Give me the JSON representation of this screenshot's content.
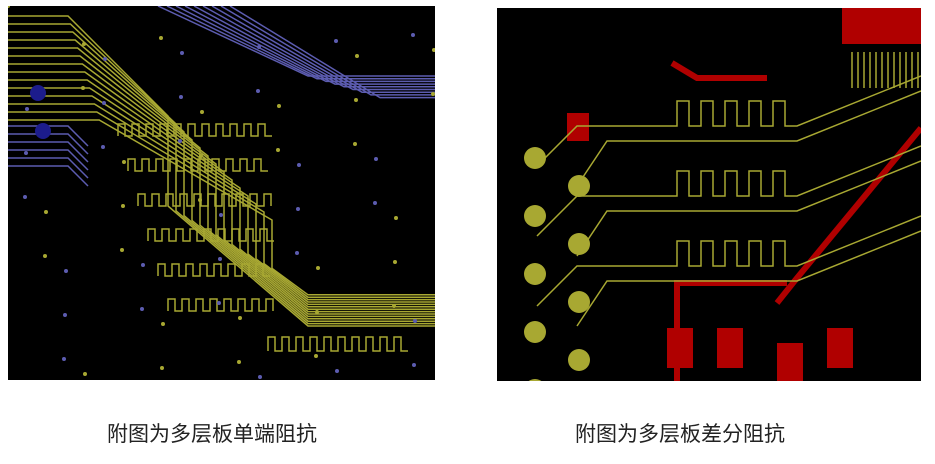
{
  "figures": [
    {
      "caption": "附图为多层板单端阻抗",
      "kind": "single-ended impedance PCB layout"
    },
    {
      "caption": "附图为多层板差分阻抗",
      "kind": "differential impedance PCB layout"
    }
  ],
  "colors": {
    "trace_yellow": "#a8a832",
    "trace_blue": "#5c5cb0",
    "pad_red": "#b00000",
    "background": "#000000"
  }
}
